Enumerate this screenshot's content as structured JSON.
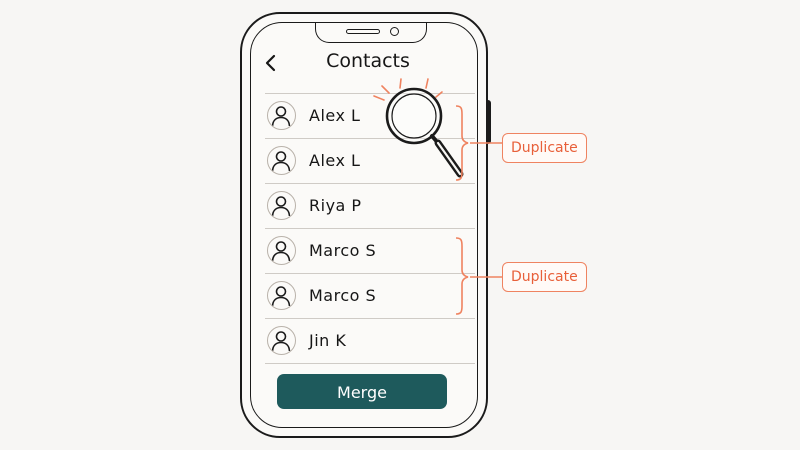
{
  "header": {
    "title": "Contacts",
    "back_icon": "chevron-left-icon"
  },
  "contacts": [
    {
      "name": "Alex L",
      "avatar_icon": "person-icon"
    },
    {
      "name": "Alex L",
      "avatar_icon": "person-icon"
    },
    {
      "name": "Riya P",
      "avatar_icon": "person-icon"
    },
    {
      "name": "Marco S",
      "avatar_icon": "person-icon"
    },
    {
      "name": "Marco S",
      "avatar_icon": "person-icon"
    },
    {
      "name": "Jin K",
      "avatar_icon": "person-icon"
    }
  ],
  "actions": {
    "merge_label": "Merge"
  },
  "annotations": {
    "duplicate_1": "Duplicate",
    "duplicate_2": "Duplicate",
    "magnifier_icon": "magnifier-icon"
  },
  "colors": {
    "accent": "#1e5a5c",
    "duplicate": "#e8603a",
    "outline": "#1b1b1b"
  }
}
